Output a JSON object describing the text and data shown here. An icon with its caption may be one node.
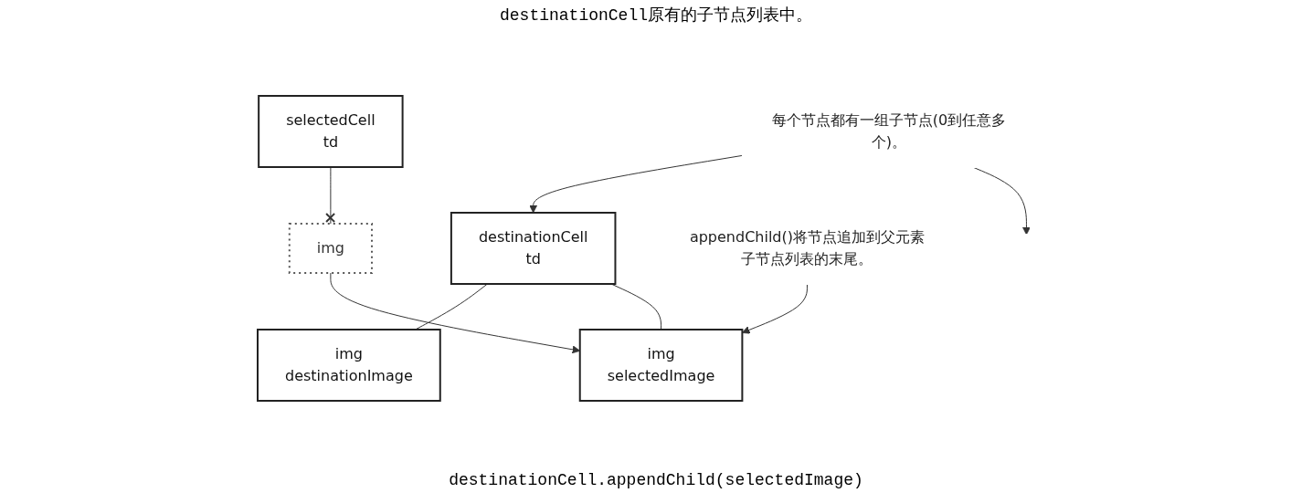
{
  "diagram": {
    "nodes": [
      {
        "text": [
          "selectedCell",
          "td"
        ]
      },
      {
        "text": [
          "img"
        ]
      },
      {
        "text": [
          "destinationCell",
          "td"
        ]
      },
      {
        "text": [
          "img",
          "destinationImage"
        ]
      },
      {
        "text": [
          "img",
          "selectedImage"
        ]
      },
      {
        "text": [
          "每个节点都有一组子节点(0到任意多个)。"
        ]
      },
      {
        "text": [
          "appendChild()将节点追加到父元素子节点列表的末尾。"
        ]
      }
    ],
    "edges": [
      {
        "from": 0,
        "to": 1,
        "arrow": "other"
      },
      {
        "from": 2,
        "to": 3,
        "arrow": "none"
      },
      {
        "from": 2,
        "to": 4,
        "arrow": "none"
      },
      {
        "from": 1,
        "to": 4,
        "arrow": "to"
      },
      {
        "from": 5,
        "to": 2,
        "arrow": "to"
      },
      {
        "from": 5,
        "to": null,
        "arrow": "to"
      },
      {
        "from": 6,
        "to": 4,
        "arrow": "to"
      }
    ],
    "labels": [
      "destinationCell原有的子节点列表中。",
      "destinationCell.appendChild(selectedImage)"
    ]
  }
}
